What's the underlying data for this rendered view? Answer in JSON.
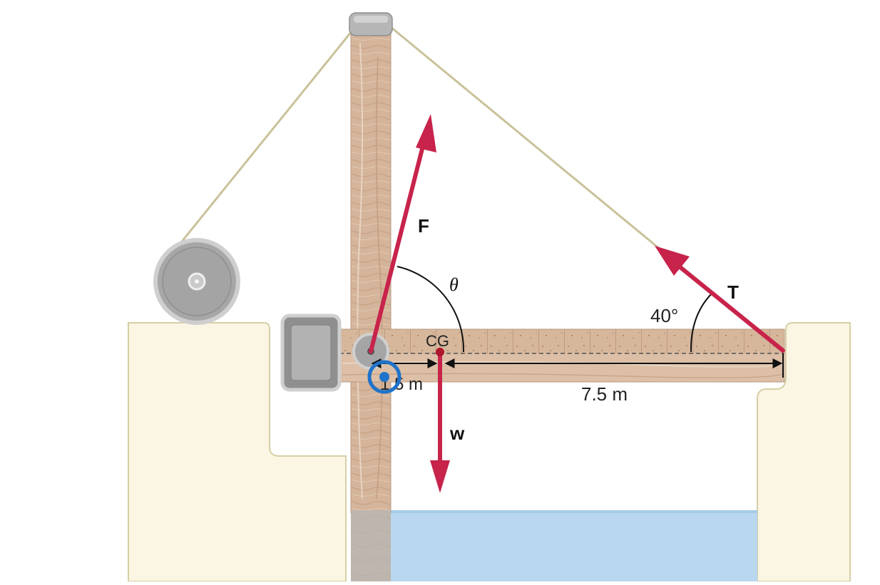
{
  "labels": {
    "force_F": "F",
    "tension_T": "T",
    "weight_w": "w",
    "theta": "θ",
    "angle_40": "40°",
    "cg": "CG",
    "dist_short": "1.5 m",
    "dist_long": "7.5 m"
  },
  "colors": {
    "force_arrow": "#c8234b",
    "cg_dot": "#b0152e",
    "marker_ring": "#1f73c9",
    "water": "#b9d8ef",
    "ground": "#fbf6e3",
    "rope": "#c9c29a"
  },
  "icons": {
    "pulley": "pulley-wheel-icon",
    "hinge": "hinge-pin-icon",
    "block": "stop-block-icon",
    "marker": "selection-ring-icon"
  }
}
